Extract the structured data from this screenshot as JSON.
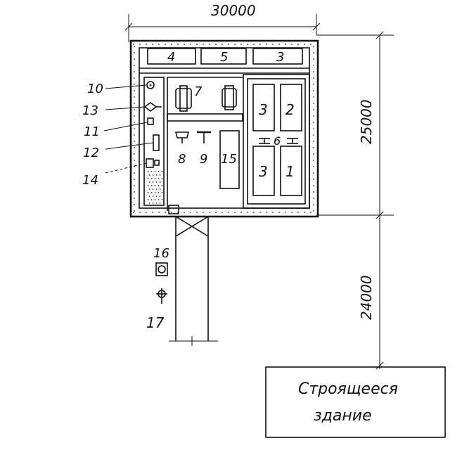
{
  "dimensions": {
    "top_width": "30000",
    "right_upper": "25000",
    "right_lower": "24000"
  },
  "building_label": {
    "line1": "Строящееся",
    "line2": "здание"
  },
  "storage_labels": [
    "4",
    "5",
    "3"
  ],
  "hall_labels": {
    "top_left": "3",
    "top_right": "2",
    "bottom_left": "3",
    "bottom_right": "1",
    "middle": "6"
  },
  "equipment_labels": {
    "n7": "7",
    "n8": "8",
    "n9": "9",
    "n15": "15"
  },
  "callouts": [
    "10",
    "13",
    "11",
    "12",
    "14"
  ],
  "external_labels": {
    "n16": "16",
    "n17": "17"
  }
}
